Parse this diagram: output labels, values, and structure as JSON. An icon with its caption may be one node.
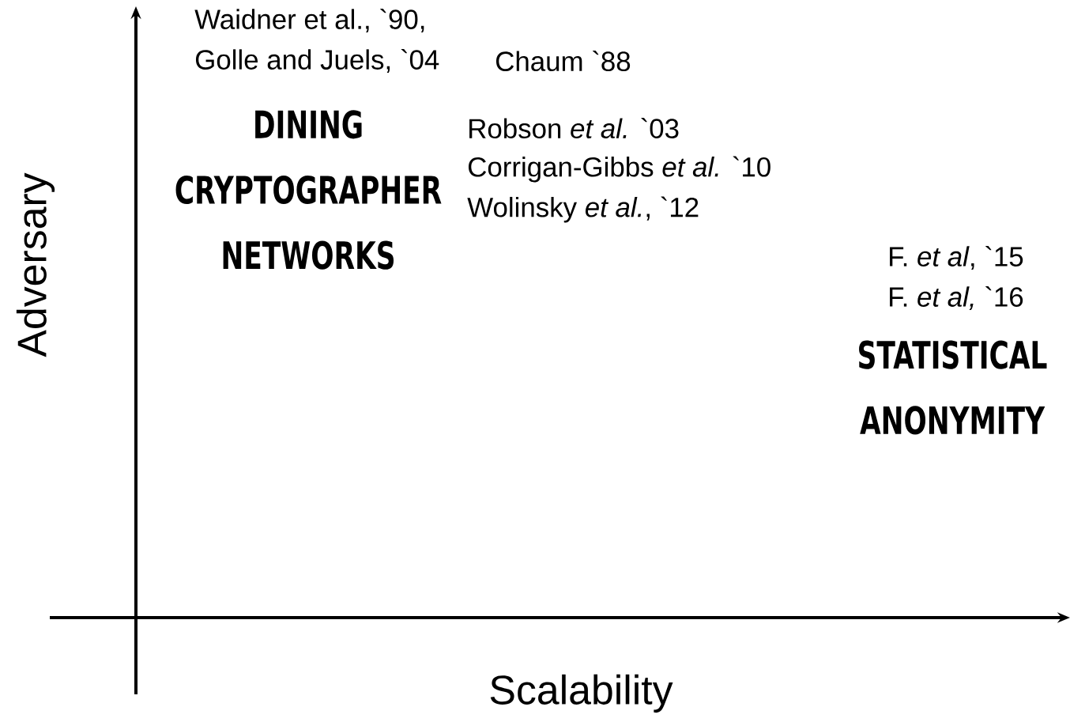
{
  "diagram": {
    "labels": [
      "Waidner et al., `90,",
      "Golle and Juels, `04",
      "Chaum `88",
      "DINING CRYPTOGRAPHER NETWORKS",
      "Robson *et al.* `03",
      "Corrigan-Gibbs *et al.* `10",
      "Wolinsky *et al.*, `12",
      "F. *et al*,  `15",
      "F. *et al,* `16",
      "STATISTICAL ANONYMITY",
      "Adversary",
      "Scalability"
    ]
  }
}
